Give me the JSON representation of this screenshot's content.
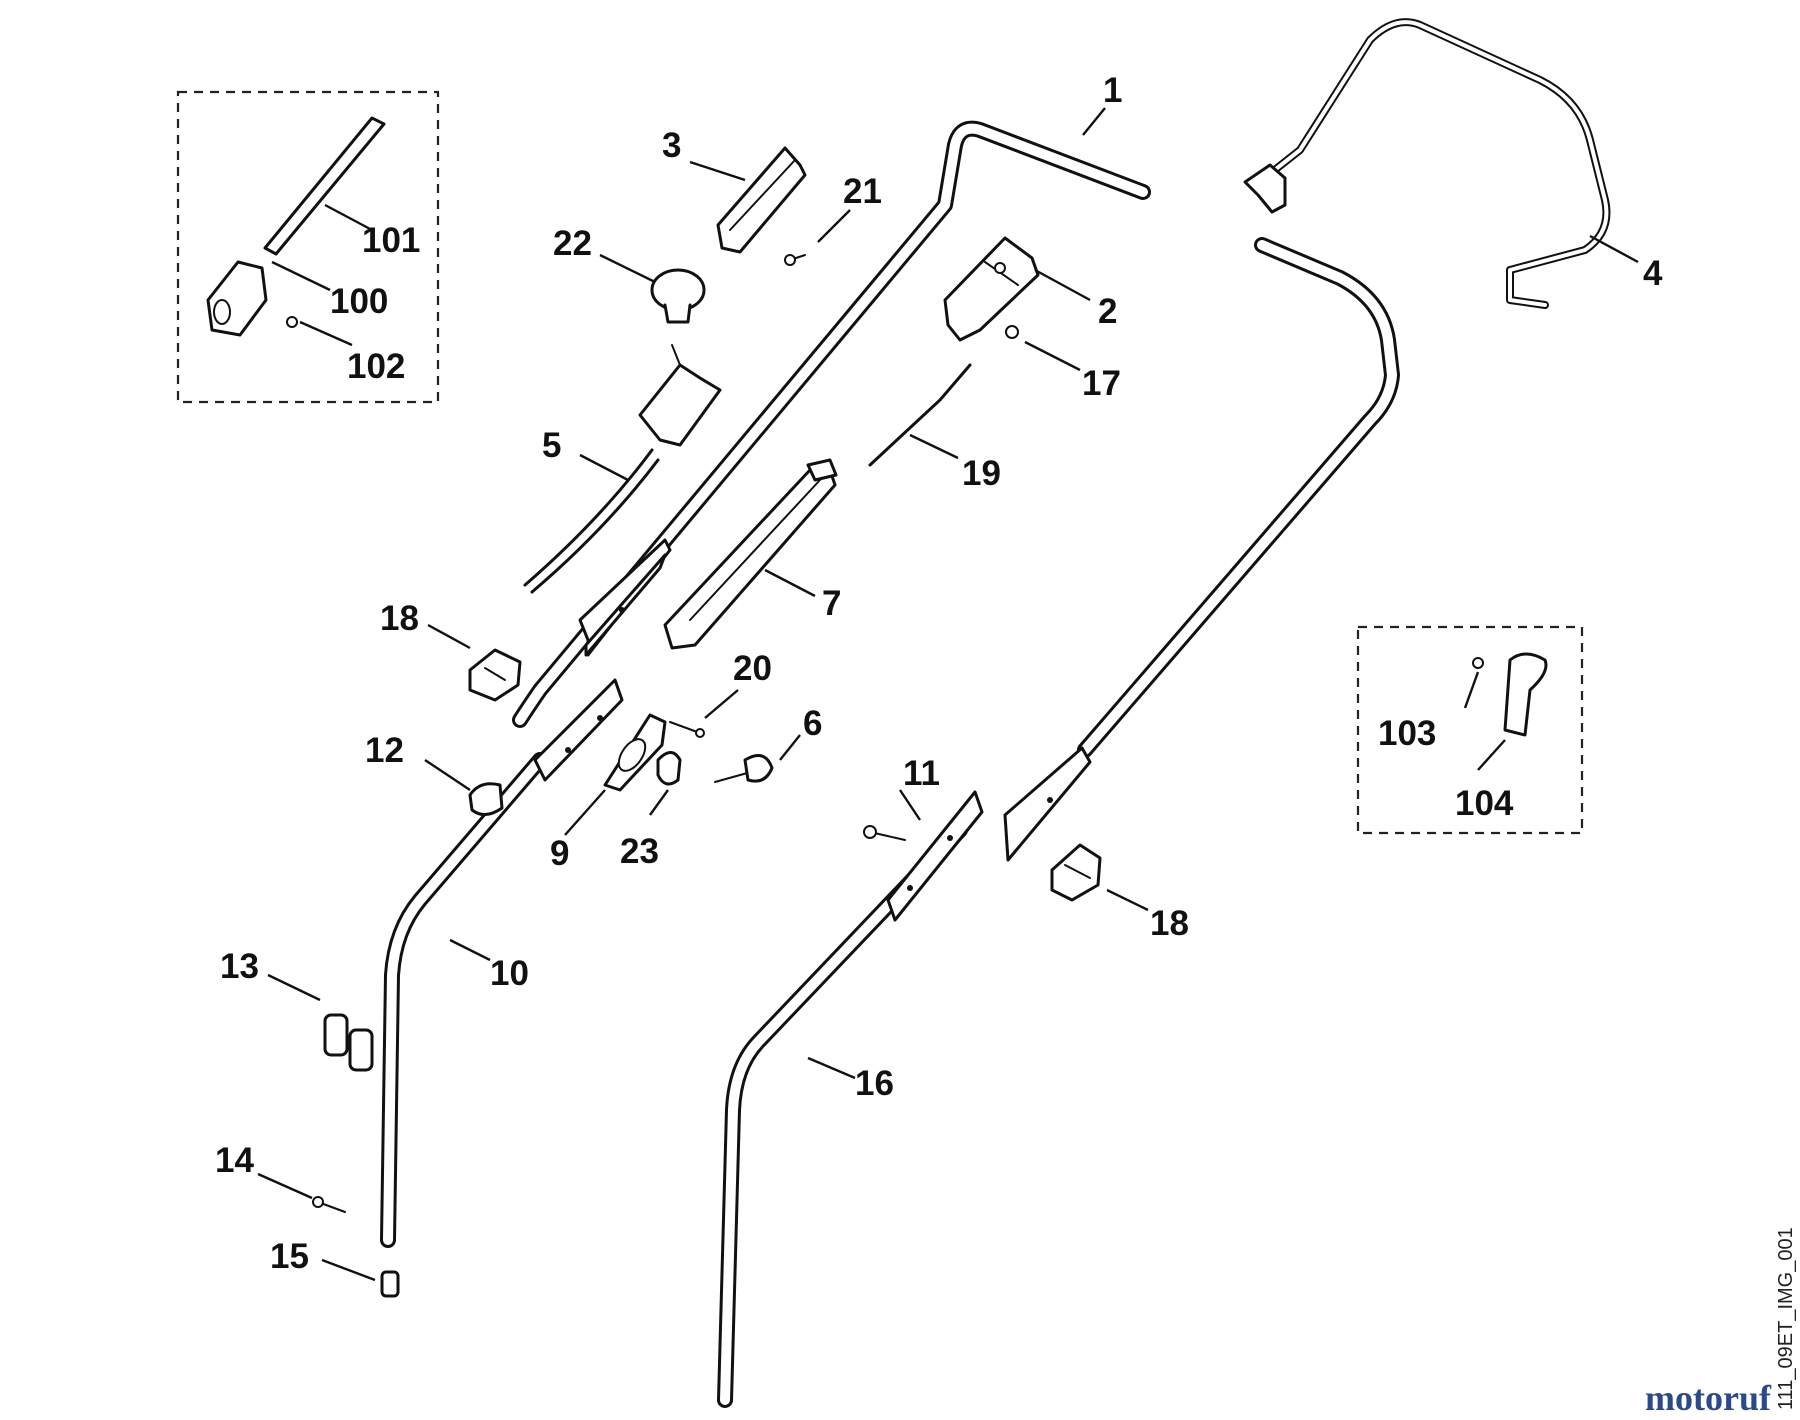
{
  "callouts": {
    "c1": "1",
    "c2": "2",
    "c3": "3",
    "c4": "4",
    "c5": "5",
    "c6": "6",
    "c7": "7",
    "c9": "9",
    "c10": "10",
    "c11": "11",
    "c12": "12",
    "c13": "13",
    "c14": "14",
    "c15": "15",
    "c16": "16",
    "c17": "17",
    "c18a": "18",
    "c18b": "18",
    "c19": "19",
    "c20": "20",
    "c21": "21",
    "c22": "22",
    "c23": "23",
    "c100": "100",
    "c101": "101",
    "c102": "102",
    "c103": "103",
    "c104": "104"
  },
  "reference_code": "111_09ET_IMG_001",
  "watermark": {
    "text": "motoruf",
    "colors": {
      "primary": "#2b4a8c",
      "accent": "#c0392b"
    }
  }
}
